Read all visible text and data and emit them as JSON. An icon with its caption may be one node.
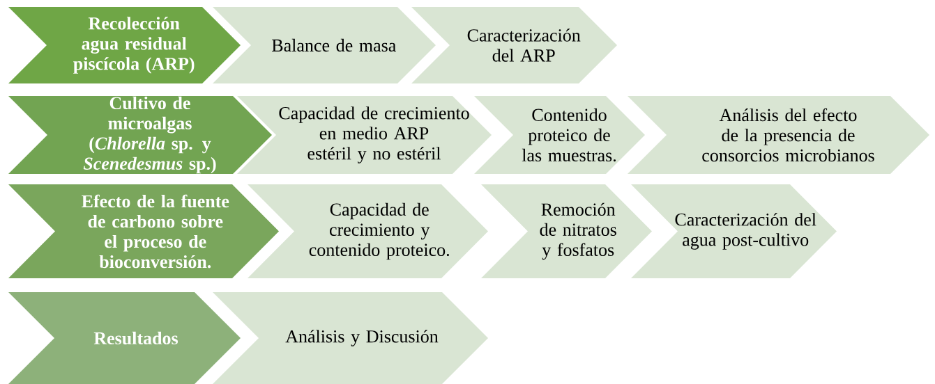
{
  "diagram": {
    "nodes": [
      {
        "text": [
          "Recolección agua residual piscícola (ARP)"
        ]
      },
      {
        "text": [
          "Balance de masa"
        ]
      },
      {
        "text": [
          "Caracterización del ARP"
        ]
      },
      {
        "text": [
          "Cultivo de microalgas (*Chlorella* sp. y *Scenedesmus* sp.)"
        ]
      },
      {
        "text": [
          "Capacidad de crecimiento en medio ARP estéril y no estéril"
        ]
      },
      {
        "text": [
          "Contenido proteico de las muestras."
        ]
      },
      {
        "text": [
          "Análisis del efecto de la presencia de consorcios microbianos"
        ]
      },
      {
        "text": [
          "Efecto de la fuente de carbono sobre el proceso de bioconversión."
        ]
      },
      {
        "text": [
          "Capacidad de crecimiento y contenido proteico."
        ]
      },
      {
        "text": [
          "Remoción de nitratos y fosfatos"
        ]
      },
      {
        "text": [
          "Caracterización del agua post-cultivo"
        ]
      },
      {
        "text": [
          "Resultados"
        ]
      },
      {
        "text": [
          "Análisis y Discusión"
        ]
      }
    ]
  }
}
